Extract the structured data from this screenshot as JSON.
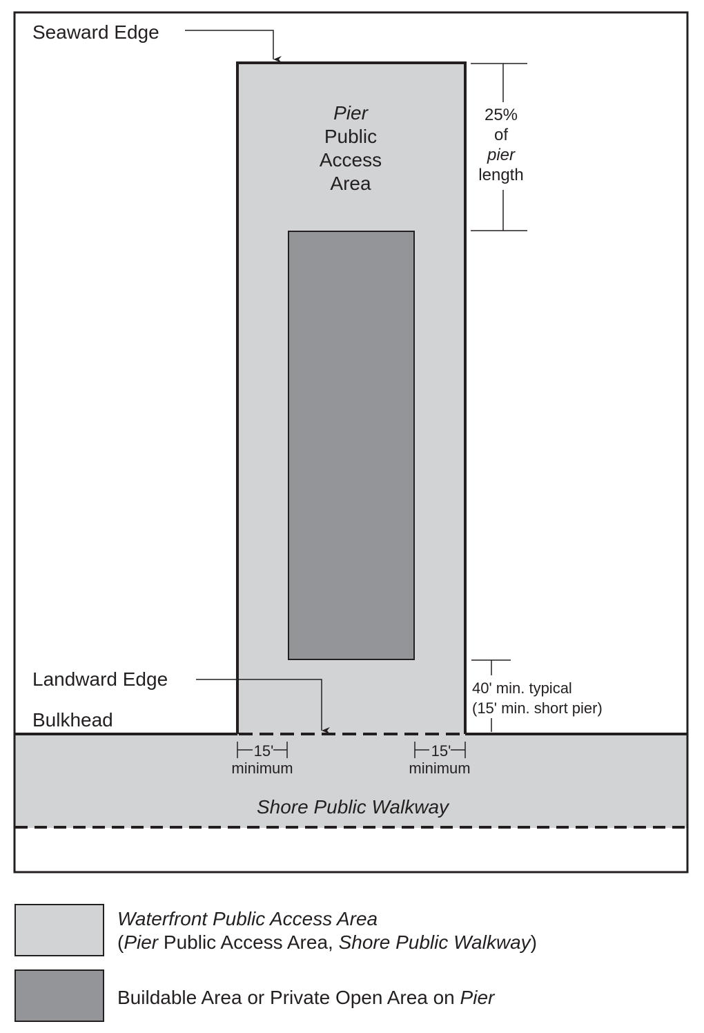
{
  "colors": {
    "public_access": "#d1d3d4",
    "buildable": "#939598",
    "line": "#231f20",
    "background": "#ffffff"
  },
  "labels": {
    "seaward_edge": "Seaward Edge",
    "landward_edge": "Landward Edge",
    "bulkhead": "Bulkhead",
    "pier_area": {
      "line1": "Pier",
      "line2": "Public",
      "line3": "Access",
      "line4": "Area"
    },
    "pier_pct": {
      "line1": "25%",
      "line2": "of",
      "line3": "pier",
      "line4": "length"
    },
    "min_depth": {
      "line1": "40' min. typical",
      "line2": "(15' min. short pier)"
    },
    "left_setback": {
      "value": "15'",
      "note": "minimum"
    },
    "right_setback": {
      "value": "15'",
      "note": "minimum"
    },
    "shore_walkway": "Shore Public Walkway"
  },
  "legend": [
    {
      "swatch": "light-gray",
      "line1": "Waterfront Public Access Area",
      "line2_open": "(",
      "line2_a": "Pier",
      "line2_b": " Public Access Area, ",
      "line2_c": "Shore Public Walkway",
      "line2_close": ")"
    },
    {
      "swatch": "dark-gray",
      "line1_a": "Buildable Area or Private Open Area on ",
      "line1_b": "Pier"
    }
  ]
}
